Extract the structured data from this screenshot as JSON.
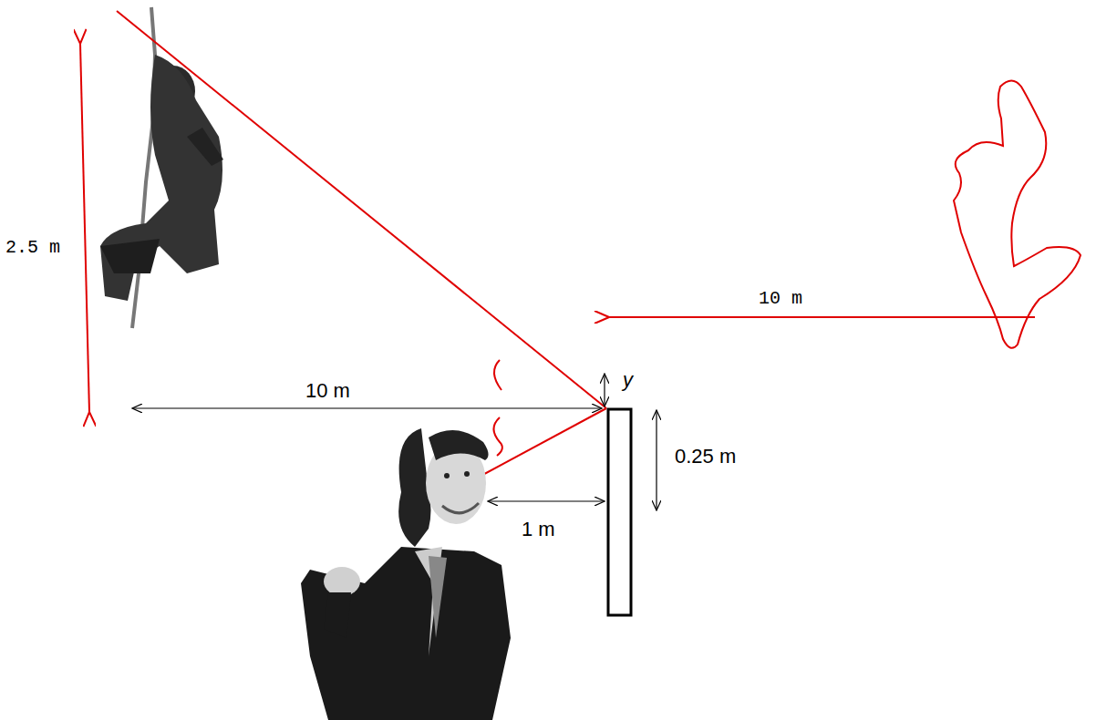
{
  "diagram": {
    "labels": [
      "2.5 m",
      "10 m",
      "y",
      "10 m",
      "0.25 m",
      "1 m"
    ]
  }
}
